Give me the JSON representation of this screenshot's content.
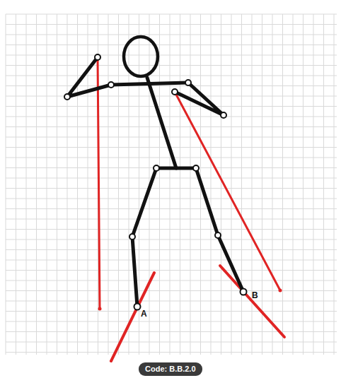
{
  "diagram": {
    "nodes": [
      {
        "text": [
          "Code: B.B.2.0"
        ]
      }
    ],
    "labels": [
      "A",
      "B"
    ]
  }
}
